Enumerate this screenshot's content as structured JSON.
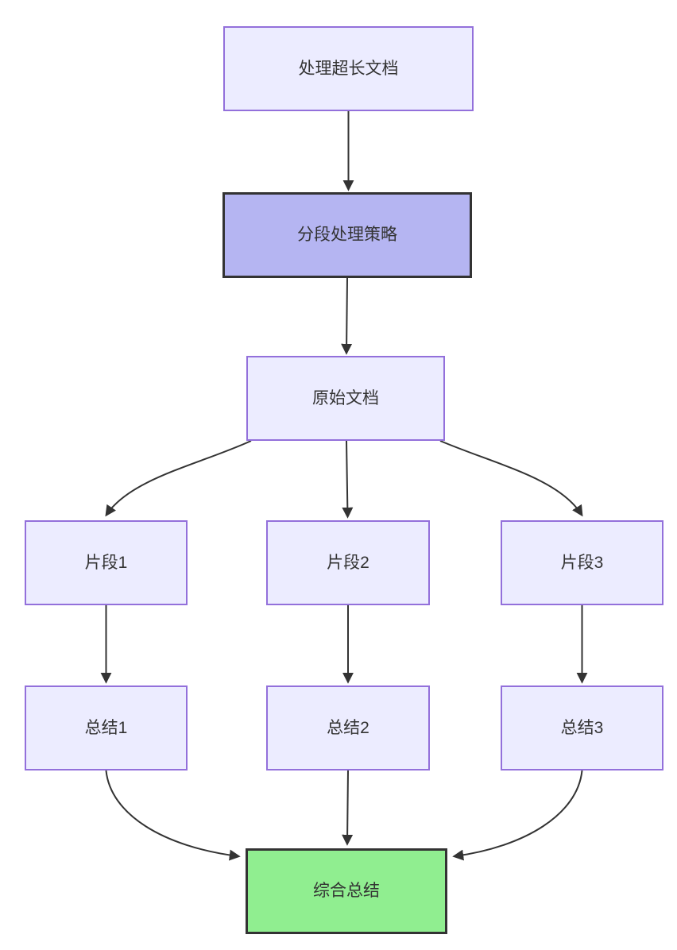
{
  "diagram": {
    "type": "flowchart",
    "direction": "top-down",
    "colors": {
      "background": "#FFFFFF",
      "node_fill": "#ECECFF",
      "node_border": "#9370DB",
      "highlight_fill": "#B5B5F2",
      "highlight_border": "#333333",
      "result_fill": "#90EE90",
      "result_border": "#333333",
      "edge": "#333333",
      "text": "#333333"
    },
    "nodes": [
      {
        "id": "A",
        "label": "处理超长文档",
        "style": "default"
      },
      {
        "id": "B",
        "label": "分段处理策略",
        "style": "highlight"
      },
      {
        "id": "C",
        "label": "原始文档",
        "style": "default"
      },
      {
        "id": "D",
        "label": "片段1",
        "style": "default"
      },
      {
        "id": "E",
        "label": "片段2",
        "style": "default"
      },
      {
        "id": "F",
        "label": "片段3",
        "style": "default"
      },
      {
        "id": "G",
        "label": "总结1",
        "style": "default"
      },
      {
        "id": "H",
        "label": "总结2",
        "style": "default"
      },
      {
        "id": "I",
        "label": "总结3",
        "style": "default"
      },
      {
        "id": "J",
        "label": "综合总结",
        "style": "result"
      }
    ],
    "edges": [
      {
        "from": "A",
        "to": "B",
        "arrow": "arrowhead"
      },
      {
        "from": "B",
        "to": "C",
        "arrow": "arrowhead"
      },
      {
        "from": "C",
        "to": "D",
        "arrow": "arrowhead"
      },
      {
        "from": "C",
        "to": "E",
        "arrow": "arrowhead"
      },
      {
        "from": "C",
        "to": "F",
        "arrow": "arrowhead"
      },
      {
        "from": "D",
        "to": "G",
        "arrow": "arrowhead"
      },
      {
        "from": "E",
        "to": "H",
        "arrow": "arrowhead"
      },
      {
        "from": "F",
        "to": "I",
        "arrow": "arrowhead"
      },
      {
        "from": "G",
        "to": "J",
        "arrow": "arrowhead"
      },
      {
        "from": "H",
        "to": "J",
        "arrow": "arrowhead"
      },
      {
        "from": "I",
        "to": "J",
        "arrow": "arrowhead"
      }
    ]
  }
}
